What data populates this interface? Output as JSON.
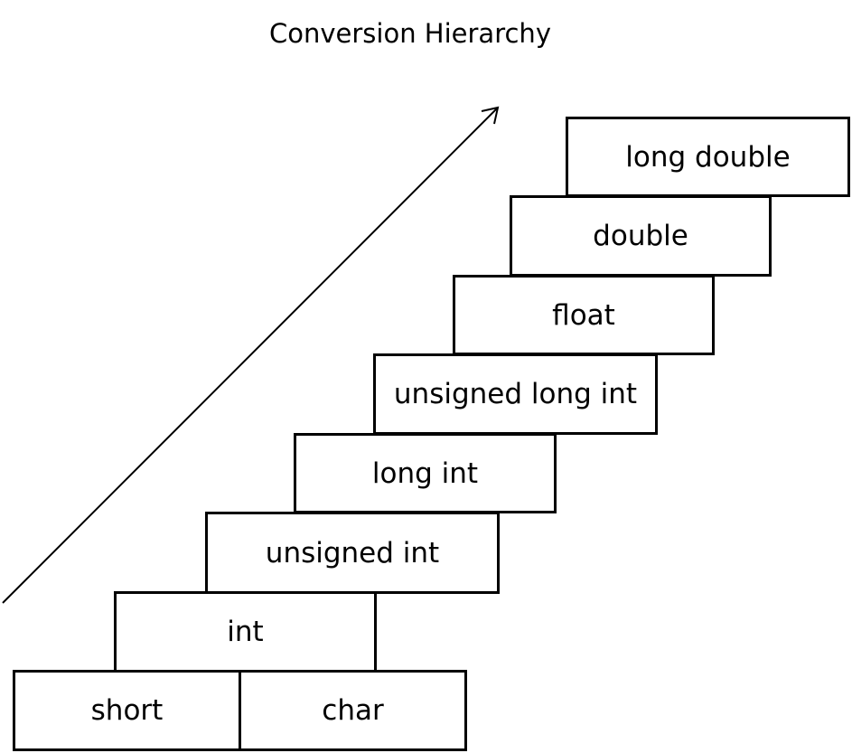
{
  "title": "Conversion Hierarchy",
  "direction_arrow": "arrow-up-right",
  "levels": [
    {
      "label": "long double"
    },
    {
      "label": "double"
    },
    {
      "label": "float"
    },
    {
      "label": "unsigned long int"
    },
    {
      "label": "long int"
    },
    {
      "label": "unsigned int"
    },
    {
      "label": "int"
    },
    {
      "label": "short"
    },
    {
      "label": "char"
    }
  ]
}
